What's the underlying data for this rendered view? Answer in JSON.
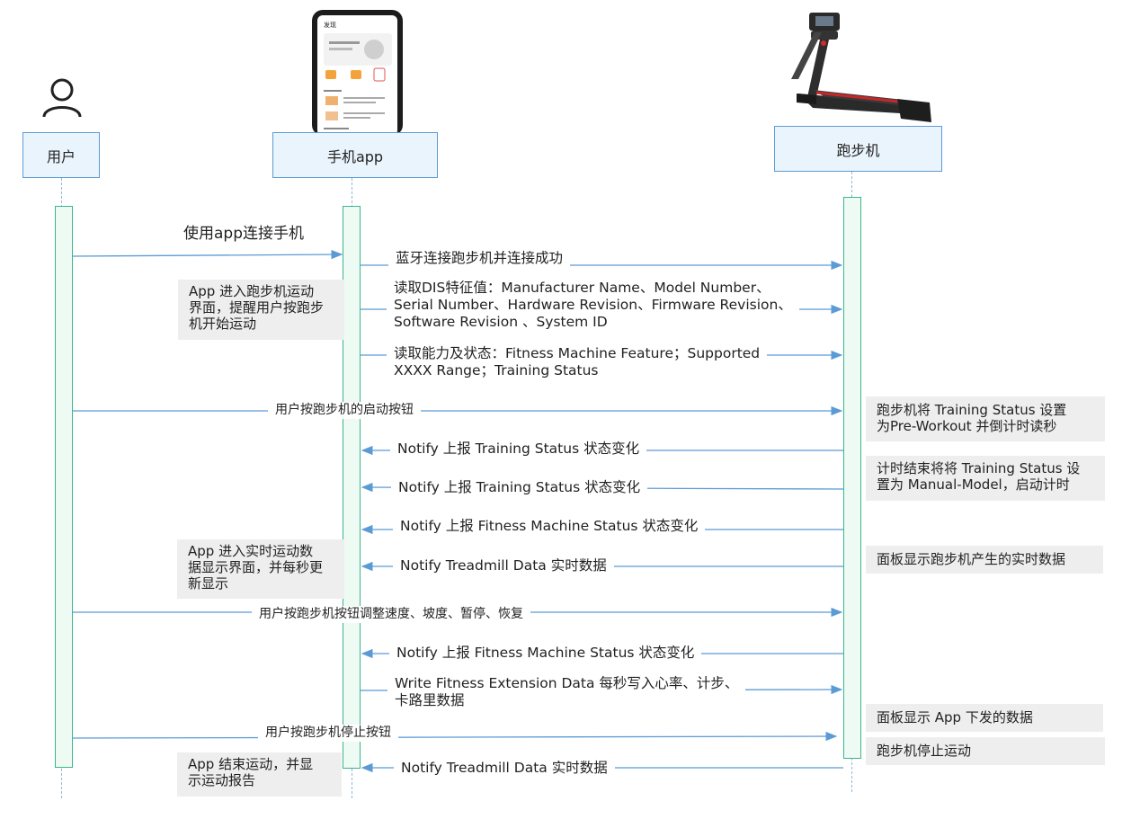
{
  "actors": {
    "user": "用户",
    "app": "手机app",
    "treadmill": "跑步机"
  },
  "phone_mock": {
    "title": "发现"
  },
  "messages": [
    {
      "id": "m1",
      "text": "使用app连接手机",
      "dir": "right"
    },
    {
      "id": "m2",
      "text": "蓝牙连接跑步机并连接成功",
      "dir": "right"
    },
    {
      "id": "m3",
      "text": "读取DIS特征值：Manufacturer Name、Model Number、\nSerial Number、Hardware Revision、Firmware Revision、\nSoftware Revision 、System ID",
      "dir": "right"
    },
    {
      "id": "m4",
      "text": "读取能力及状态：Fitness Machine Feature；Supported\nXXXX Range；Training Status",
      "dir": "right"
    },
    {
      "id": "m5",
      "text": "用户按跑步机的启动按钮",
      "dir": "right"
    },
    {
      "id": "m6",
      "text": "Notify 上报 Training Status 状态变化",
      "dir": "left"
    },
    {
      "id": "m7",
      "text": "Notify 上报 Training Status 状态变化",
      "dir": "left"
    },
    {
      "id": "m8",
      "text": "Notify 上报 Fitness Machine Status 状态变化",
      "dir": "left"
    },
    {
      "id": "m9",
      "text": "Notify Treadmill Data 实时数据",
      "dir": "left"
    },
    {
      "id": "m10",
      "text": "用户按跑步机按钮调整速度、坡度、暂停、恢复",
      "dir": "right"
    },
    {
      "id": "m11",
      "text": "Notify 上报 Fitness Machine Status 状态变化",
      "dir": "left"
    },
    {
      "id": "m12",
      "text": "Write Fitness Extension Data 每秒写入心率、计步、\n卡路里数据",
      "dir": "right"
    },
    {
      "id": "m13",
      "text": "用户按跑步机停止按钮",
      "dir": "right"
    },
    {
      "id": "m14",
      "text": "Notify Treadmill Data 实时数据",
      "dir": "left"
    }
  ],
  "notes": {
    "app_enter_treadmill": "App 进入跑步机运动\n界面，提醒用户按跑步\n机开始运动",
    "app_realtime": "App 进入实时运动数\n据显示界面，并每秒更\n新显示",
    "app_end": "App 结束运动，并显\n示运动报告",
    "tm_pre_workout": "跑步机将 Training Status 设置\n为Pre-Workout 并倒计时读秒",
    "tm_manual": "计时结束将将 Training Status 设\n置为 Manual-Model，启动计时",
    "tm_panel_realtime": "面板显示跑步机产生的实时数据",
    "tm_panel_app": "面板显示 App 下发的数据",
    "tm_stop": "跑步机停止运动"
  },
  "colors": {
    "arrow": "#5b9bd5",
    "activation_border": "#3cb58a",
    "actor_fill": "#eaf4fc",
    "note_fill": "#eeeeee"
  }
}
